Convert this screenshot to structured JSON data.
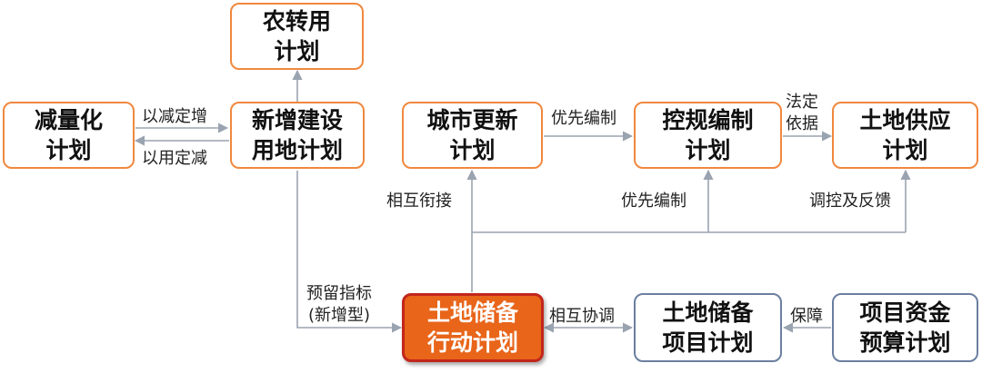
{
  "boxes": {
    "nongzhuanyong": "农转用\n计划",
    "jianlianghua": "减量化\n计划",
    "xinzeng": "新增建设\n用地计划",
    "chengshi": "城市更新\n计划",
    "kongui": "控规编制\n计划",
    "tudi_gongying": "土地供应\n计划",
    "chubei_xingdong": "土地储备\n行动计划",
    "chubei_xiangmu": "土地储备\n项目计划",
    "zijin": "项目资金\n预算计划"
  },
  "labels": {
    "yi_jian_ding_zeng": "以减定增",
    "yi_yong_ding_jian": "以用定减",
    "youxian_top": "优先编制",
    "fading": "法定\n依据",
    "xianghu_xianjie": "相互衔接",
    "youxian_mid": "优先编制",
    "tiaokong": "调控及反馈",
    "yuliu": "预留指标\n(新增型)",
    "xianghu_xietiao": "相互协调",
    "baozhang": "保障"
  },
  "colors": {
    "accent_orange": "#f0883e",
    "main_fill": "#e8651a",
    "main_border": "#c2261c",
    "blue_border": "#6b7fa0",
    "connector": "#9aa3b0"
  }
}
